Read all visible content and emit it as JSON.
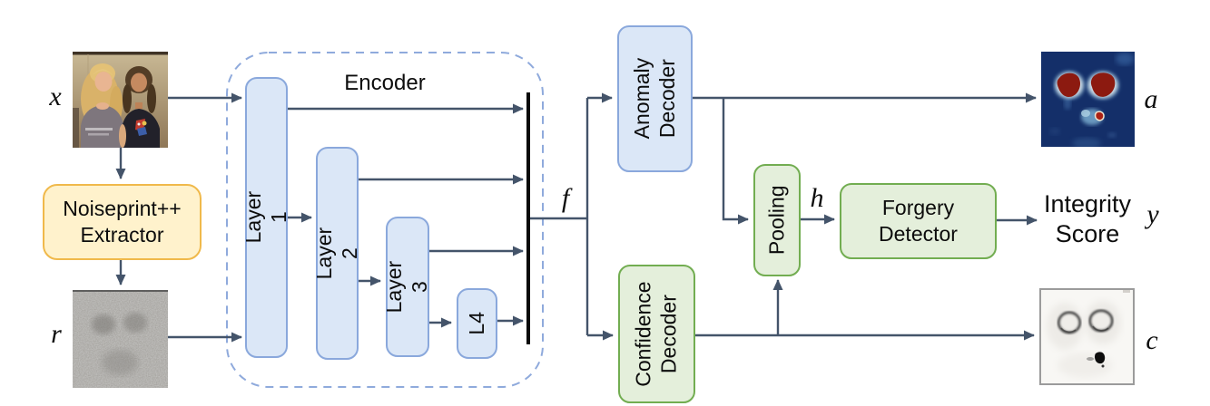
{
  "figure": {
    "inputs": {
      "image_label": "x",
      "noiseprint_label": "r"
    },
    "nodes": {
      "noiseprint_extractor": "Noiseprint++\nExtractor",
      "encoder": "Encoder",
      "layer1": "Layer 1",
      "layer2": "Layer 2",
      "layer3": "Layer 3",
      "layer4": "L4",
      "anomaly_decoder": "Anomaly\nDecoder",
      "confidence_decoder": "Confidence\nDecoder",
      "pooling": "Pooling",
      "forgery_detector": "Forgery\nDetector"
    },
    "signals": {
      "features": "f",
      "pooled": "h",
      "anomaly_map": "a",
      "integrity": "y",
      "confidence_map": "c"
    },
    "outputs": {
      "integrity_score": "Integrity\nScore"
    },
    "colors": {
      "blue_fill": "#dbe7f7",
      "blue_border": "#8aa8dc",
      "green_fill": "#e4efdb",
      "green_border": "#72ad51",
      "yellow_fill": "#fff2cc",
      "yellow_border": "#f0b94b",
      "encoder_dash": "#8faadc",
      "arrow": "#44546a",
      "bar": "#0a0a0a"
    }
  }
}
